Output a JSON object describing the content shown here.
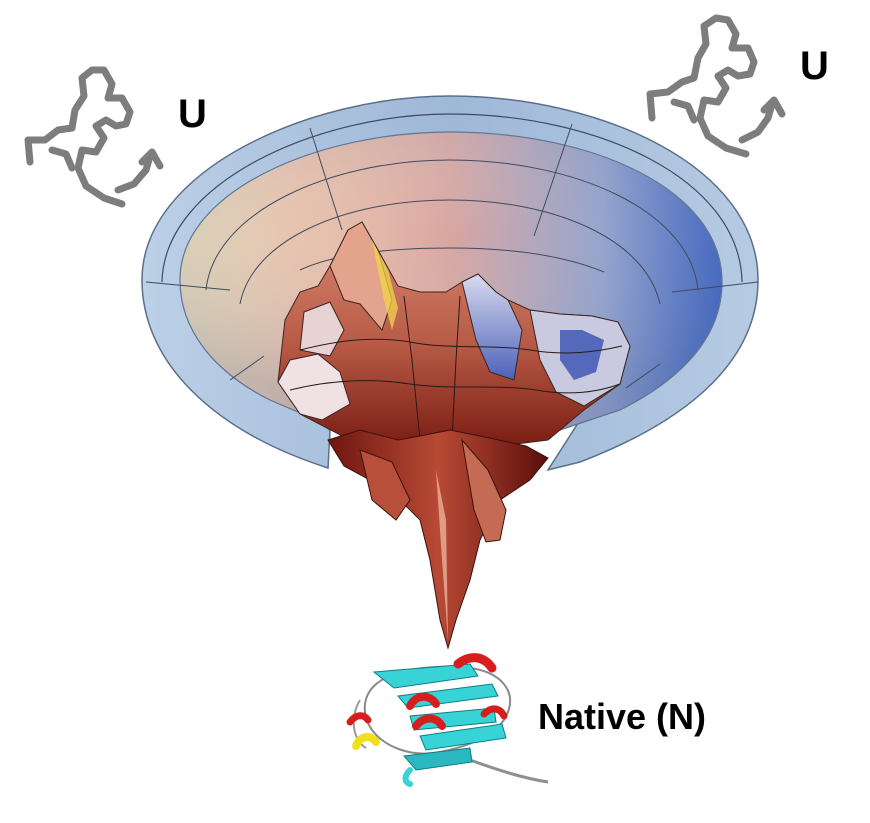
{
  "labels": {
    "unfolded_left": "U",
    "unfolded_right": "U",
    "native": "Native (N)"
  },
  "icons": {
    "unfolded_chain": "unfolded-protein-chain-icon",
    "native_structure": "native-protein-ribbon-icon",
    "funnel": "folding-funnel-energy-landscape"
  },
  "colors": {
    "funnel_rim": "#a9c3df",
    "funnel_inner_left": "#f4d6b6",
    "funnel_inner_right": "#3a63c6",
    "landscape_peak": "#c56a53",
    "landscape_dark": "#7e1f17",
    "chain_gray": "#7d7d7d",
    "beta_strand": "#37d3d6",
    "helix_red": "#d71e1e",
    "helix_yellow": "#f2df1b"
  }
}
